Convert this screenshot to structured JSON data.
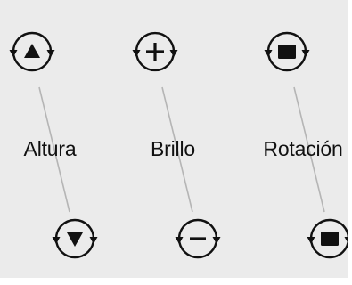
{
  "controls": [
    {
      "label": "Altura",
      "up_icon": "triangle-up-icon",
      "down_icon": "triangle-down-icon"
    },
    {
      "label": "Brillo",
      "up_icon": "plus-icon",
      "down_icon": "minus-icon"
    },
    {
      "label": "Rotación",
      "up_icon": "square-icon",
      "down_icon": "square-icon"
    }
  ],
  "colors": {
    "background": "#ebebeb",
    "icon": "#111111",
    "connector": "#b5b5b5"
  }
}
